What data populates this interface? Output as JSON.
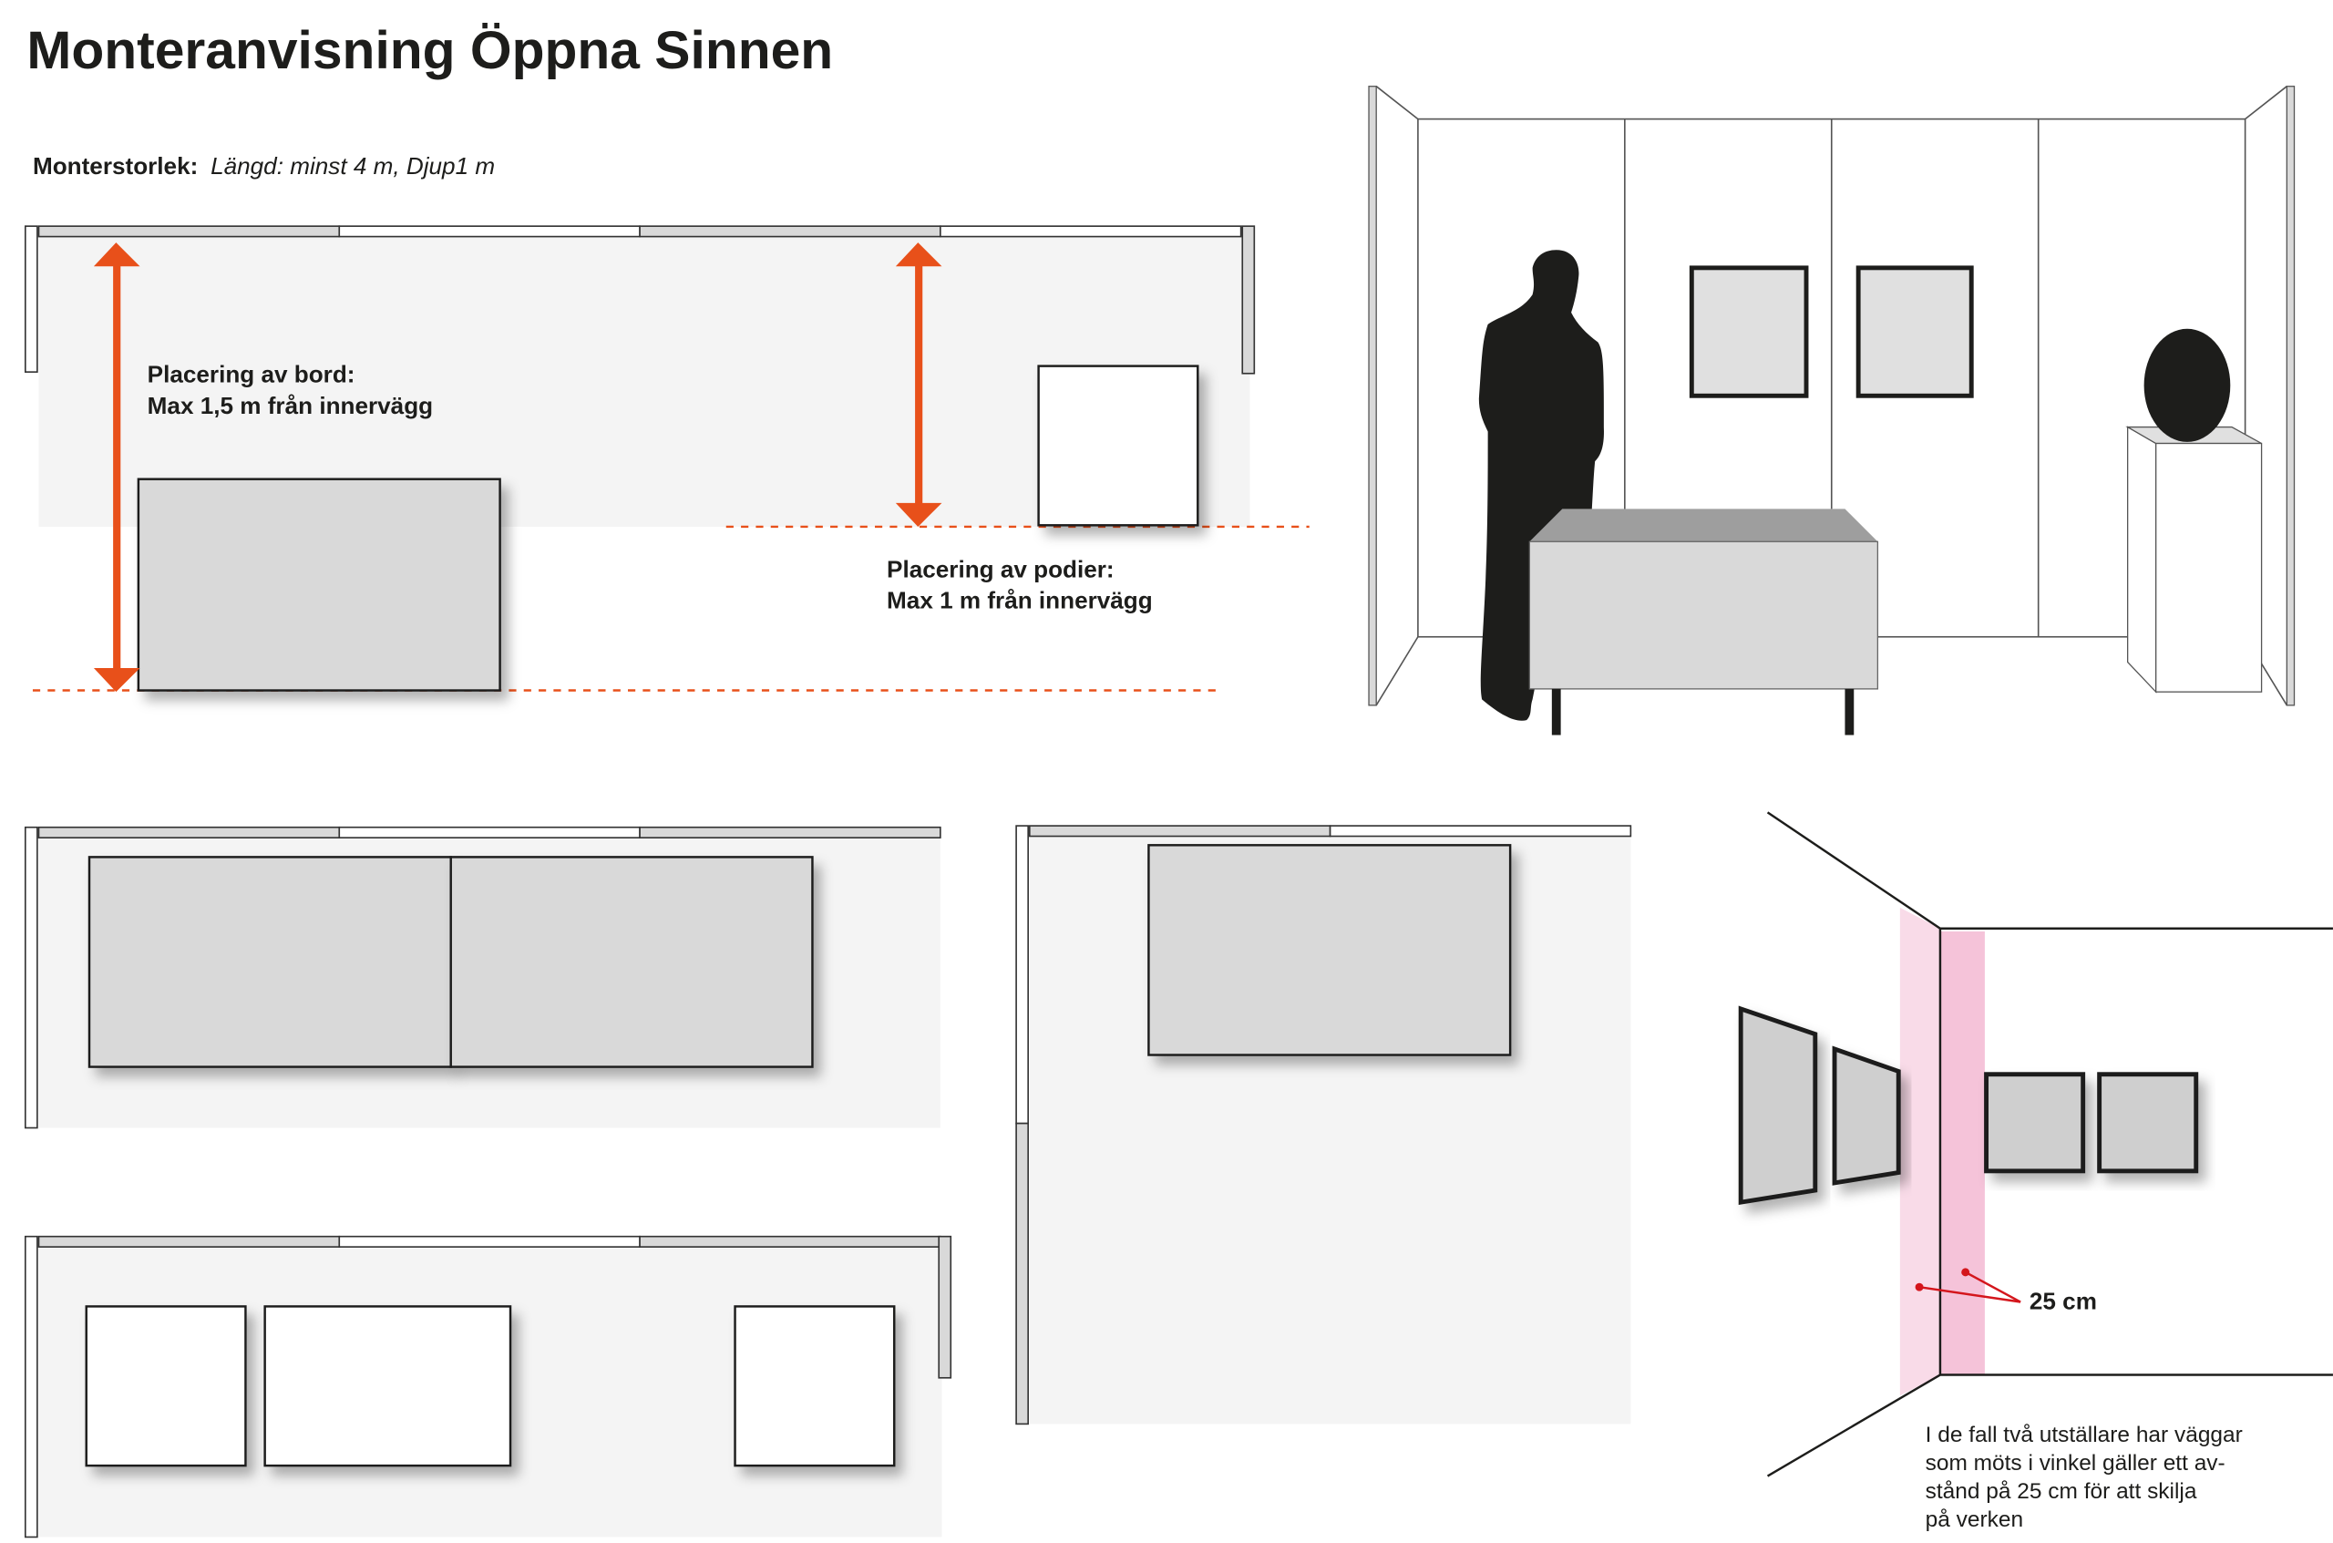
{
  "title": "Monteranvisning Öppna Sinnen",
  "size_info": {
    "label": "Monterstorlek:",
    "value": "Längd: minst 4 m, Djup1 m"
  },
  "table_placement": {
    "line1": "Placering av bord:",
    "line2": "Max 1,5 m från innervägg"
  },
  "podium_placement": {
    "line1": "Placering av podier:",
    "line2": "Max 1 m från innervägg"
  },
  "corner_note": {
    "distance_label": "25 cm",
    "lines": [
      "I de fall två utställare har väggar",
      "som möts i vinkel gäller ett av-",
      "stånd på 25 cm för att skilja",
      "på verken"
    ]
  },
  "colors": {
    "accent": "#e8501a",
    "pink_light": "#f9dbe8",
    "pink": "#f5c3d9",
    "furniture": "#d9d9d9",
    "floor": "#f4f4f4"
  }
}
